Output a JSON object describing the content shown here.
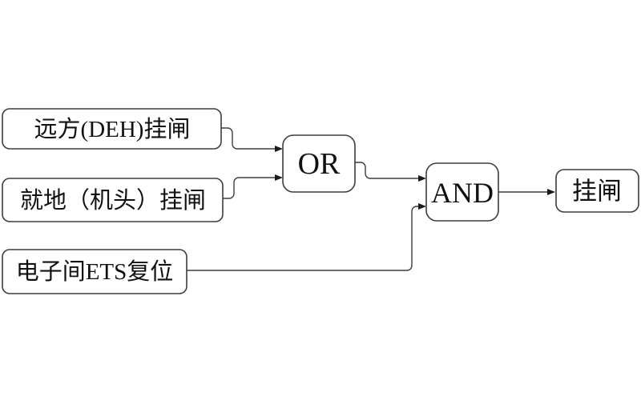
{
  "diagram": {
    "title": "trip-latch logic diagram",
    "background_color": "#ffffff",
    "line_color": "#3d3d3d",
    "text_color": "#111111",
    "nodes": [
      {
        "id": "input-remote-deh",
        "type": "input",
        "label": "远方(DEH)挂闸"
      },
      {
        "id": "input-local-head",
        "type": "input",
        "label": "就地（机头）挂闸"
      },
      {
        "id": "input-ets-reset",
        "type": "input",
        "label": "电子间ETS复位"
      },
      {
        "id": "gate-or",
        "type": "gate",
        "label": "OR"
      },
      {
        "id": "gate-and",
        "type": "gate",
        "label": "AND"
      },
      {
        "id": "output-latch",
        "type": "output",
        "label": "挂闸"
      }
    ],
    "edges": [
      {
        "from": "input-remote-deh",
        "to": "gate-or"
      },
      {
        "from": "input-local-head",
        "to": "gate-or"
      },
      {
        "from": "gate-or",
        "to": "gate-and"
      },
      {
        "from": "input-ets-reset",
        "to": "gate-and"
      },
      {
        "from": "gate-and",
        "to": "output-latch"
      }
    ]
  }
}
